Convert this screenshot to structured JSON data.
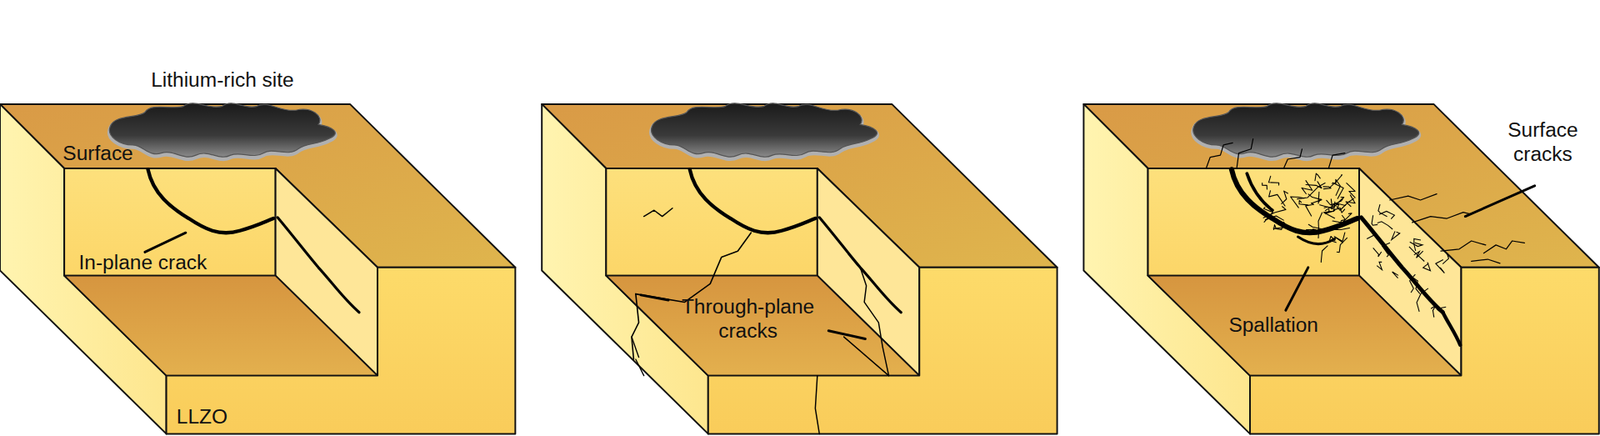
{
  "diagram": {
    "labels": [
      "Lithium-rich site",
      "Surface",
      "In-plane crack",
      "LLZO",
      "Through-plane cracks",
      "Spallation",
      "Surface cracks"
    ]
  }
}
